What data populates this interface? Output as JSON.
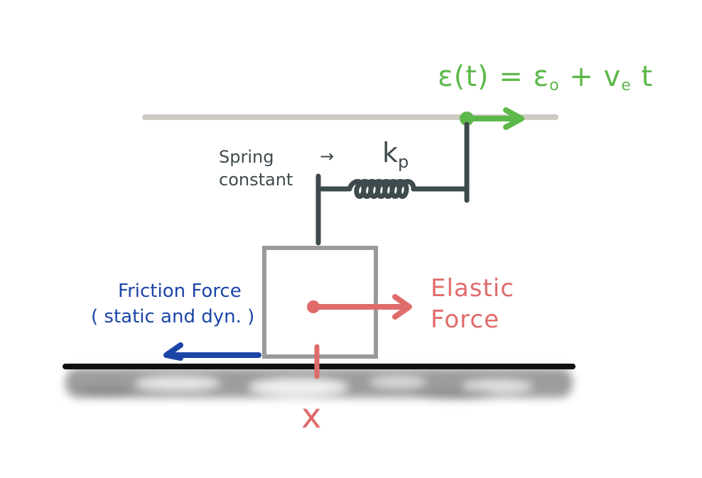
{
  "equation": {
    "lhs": "ε(t) = ε",
    "sub0": "o",
    "plus": " + v",
    "sube": "e",
    "t": " t"
  },
  "spring": {
    "label_line1": "Spring",
    "label_line2": "constant",
    "arrow": "→",
    "symbol": "k",
    "symbol_sub": "p"
  },
  "friction": {
    "line1": "Friction Force",
    "line2": "( static and dyn. )"
  },
  "elastic": {
    "line1": "Elastic",
    "line2": "Force"
  },
  "position": {
    "label": "x"
  },
  "colors": {
    "driver": "#5cb84a",
    "spring": "#3e4a4c",
    "friction": "#1c45a8",
    "elastic": "#e06b6b",
    "block": "#9a9a9a",
    "rail": "#cfcac2",
    "floor": "#111111",
    "ground": "#a0a0a0"
  }
}
